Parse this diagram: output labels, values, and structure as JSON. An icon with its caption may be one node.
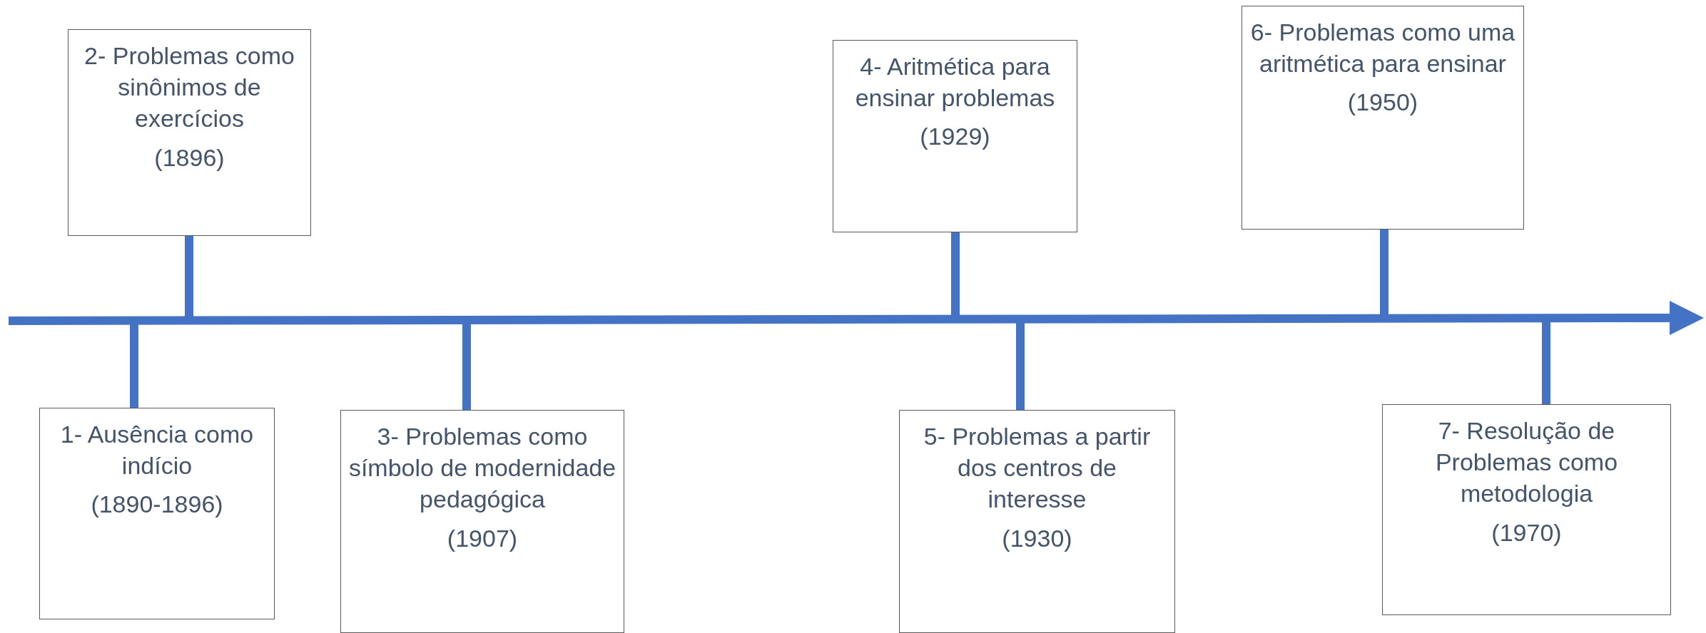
{
  "diagram": {
    "nodes": [
      {
        "text": [
          "1- Ausência como indício",
          "(1890-1896)"
        ]
      },
      {
        "text": [
          "2- Problemas como sinônimos de exercícios",
          "(1896)"
        ]
      },
      {
        "text": [
          "3- Problemas como símbolo de modernidade pedagógica",
          "(1907)"
        ]
      },
      {
        "text": [
          "4- Aritmética para ensinar problemas",
          "(1929)"
        ]
      },
      {
        "text": [
          "5- Problemas a partir dos centros de interesse",
          "(1930)"
        ]
      },
      {
        "text": [
          "6- Problemas como uma aritmética para ensinar",
          "(1950)"
        ]
      },
      {
        "text": [
          "7- Resolução de Problemas como metodologia",
          "(1970)"
        ]
      }
    ],
    "edges": [
      {
        "from": 0,
        "to": null,
        "arrow": "none"
      },
      {
        "from": 1,
        "to": null,
        "arrow": "none"
      },
      {
        "from": 2,
        "to": null,
        "arrow": "none"
      },
      {
        "from": 3,
        "to": null,
        "arrow": "none"
      },
      {
        "from": 4,
        "to": null,
        "arrow": "none"
      },
      {
        "from": 5,
        "to": null,
        "arrow": "none"
      },
      {
        "from": 6,
        "to": null,
        "arrow": "none"
      }
    ]
  }
}
